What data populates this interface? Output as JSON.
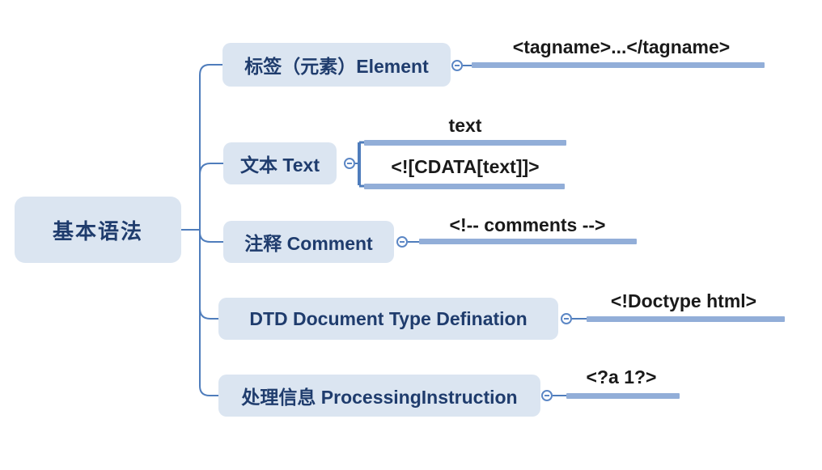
{
  "root": {
    "label": "基本语法"
  },
  "branches": [
    {
      "label": "标签（元素）Element",
      "children": [
        {
          "label": "<tagname>...</tagname>"
        }
      ]
    },
    {
      "label": "文本 Text",
      "children": [
        {
          "label": "text"
        },
        {
          "label": "<![CDATA[text]]>"
        }
      ]
    },
    {
      "label": "注释 Comment",
      "children": [
        {
          "label": "<!-- comments -->"
        }
      ]
    },
    {
      "label": "DTD Document Type Defination",
      "children": [
        {
          "label": "<!Doctype html>"
        }
      ]
    },
    {
      "label": "处理信息 ProcessingInstruction",
      "children": [
        {
          "label": "<?a 1?>"
        }
      ]
    }
  ],
  "icons": {
    "collapse_toggle": "minus-circle"
  },
  "colors": {
    "background": "#ffffff",
    "node_fill": "#dbe5f1",
    "node_text": "#1f3c6d",
    "connector_line": "#4f7dbc",
    "leaf_bar": "#92aed8",
    "leaf_text": "#1a1a1a",
    "toggle_stroke": "#5c87c5"
  }
}
